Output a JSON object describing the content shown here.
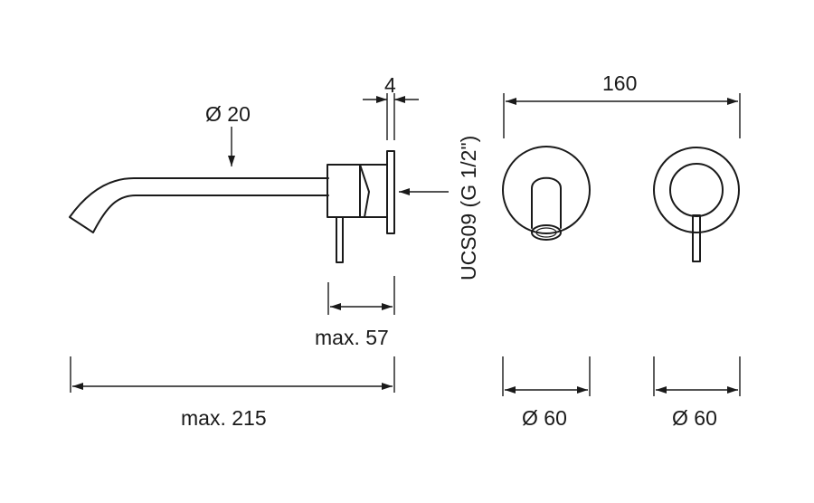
{
  "dimensions": {
    "spout_diameter": "Ø 20",
    "plate_thickness": "4",
    "lever_offset": "max. 57",
    "total_length": "max. 215",
    "center_distance": "160",
    "plate_diameter_left": "Ø 60",
    "plate_diameter_right": "Ø 60"
  },
  "connection_label": "UCS09 (G 1/2\")",
  "line_color": "#1a1a1a",
  "background_color": "#ffffff"
}
